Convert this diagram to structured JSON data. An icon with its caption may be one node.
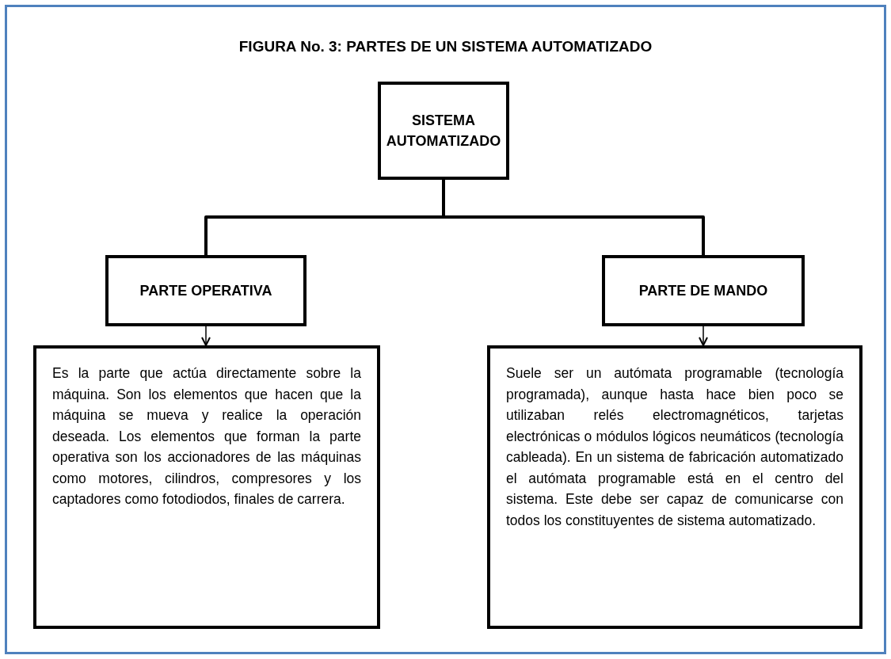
{
  "diagram": {
    "title": "FIGURA No. 3: PARTES DE UN SISTEMA AUTOMATIZADO",
    "nodes": [
      {
        "text": [
          "SISTEMA AUTOMATIZADO"
        ]
      },
      {
        "text": [
          "PARTE OPERATIVA"
        ]
      },
      {
        "text": [
          "PARTE DE MANDO"
        ]
      },
      {
        "text": [
          "Es la parte que actúa directamente sobre la máquina. Son los elementos que hacen que la máquina se mueva y realice la operación deseada. Los elementos que forman la parte operativa son los accionadores de las máquinas como motores, cilindros, compresores y los captadores como fotodiodos, finales de carrera."
        ]
      },
      {
        "text": [
          "Suele ser un autómata programable (tecnología programada), aunque hasta hace bien poco se utilizaban relés electromagnéticos, tarjetas electrónicas o módulos lógicos neumáticos (tecnología cableada). En un sistema de fabricación automatizado el autómata programable está en el centro del sistema. Este debe ser capaz de comunicarse con todos los constituyentes de sistema automatizado."
        ]
      }
    ],
    "edges": [
      {
        "from": 0,
        "to": 1,
        "arrow": "none",
        "style": "thick"
      },
      {
        "from": 0,
        "to": 2,
        "arrow": "none",
        "style": "thick"
      },
      {
        "from": 1,
        "to": 3,
        "arrow": "to"
      },
      {
        "from": 2,
        "to": 4,
        "arrow": "to"
      }
    ]
  }
}
